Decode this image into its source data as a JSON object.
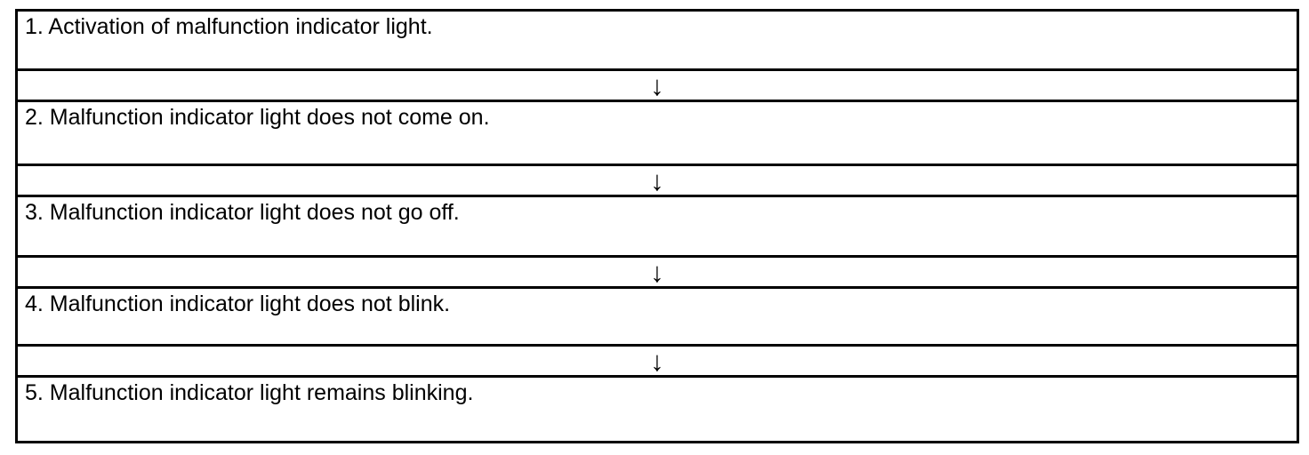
{
  "diagram": {
    "type": "flowchart",
    "steps": [
      {
        "label": "1. Activation of malfunction indicator light."
      },
      {
        "label": "2. Malfunction indicator light does not come on."
      },
      {
        "label": "3. Malfunction indicator light does not go off."
      },
      {
        "label": "4. Malfunction indicator light does not blink."
      },
      {
        "label": "5. Malfunction indicator light remains blinking."
      }
    ],
    "connector_glyph": "↓"
  },
  "colors": {
    "background": "#ffffff",
    "border": "#000000",
    "text": "#000000"
  }
}
